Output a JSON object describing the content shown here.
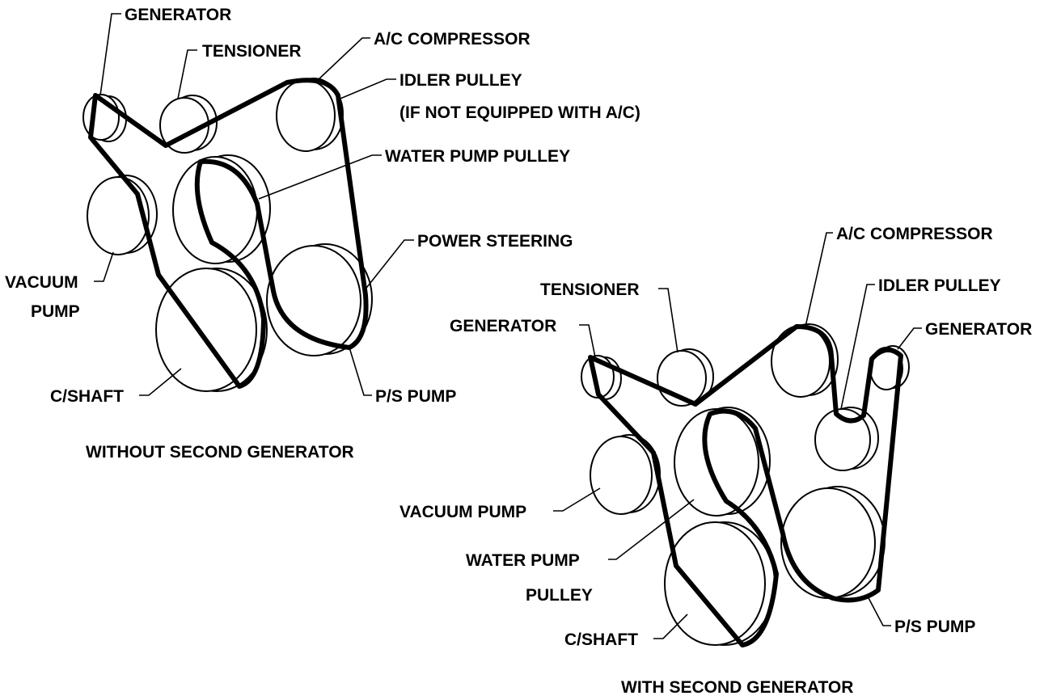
{
  "diagram_a": {
    "labels": {
      "generator": "GENERATOR",
      "tensioner": "TENSIONER",
      "ac_compressor": "A/C COMPRESSOR",
      "idler_pulley": "IDLER PULLEY",
      "idler_note": "(IF NOT EQUIPPED WITH A/C)",
      "water_pump_pulley": "WATER PUMP PULLEY",
      "power_steering": "POWER STEERING",
      "vacuum_pump_line1": "VACUUM",
      "vacuum_pump_line2": "PUMP",
      "c_shaft": "C/SHAFT",
      "ps_pump": "P/S PUMP"
    },
    "caption": "WITHOUT SECOND GENERATOR"
  },
  "diagram_b": {
    "labels": {
      "ac_compressor": "A/C COMPRESSOR",
      "tensioner": "TENSIONER",
      "idler_pulley": "IDLER PULLEY",
      "generator_left": "GENERATOR",
      "generator_right": "GENERATOR",
      "vacuum_pump": "VACUUM PUMP",
      "water_pump_line1": "WATER PUMP",
      "water_pump_line2": "PULLEY",
      "c_shaft": "C/SHAFT",
      "ps_pump": "P/S PUMP"
    },
    "caption": "WITH SECOND GENERATOR"
  }
}
